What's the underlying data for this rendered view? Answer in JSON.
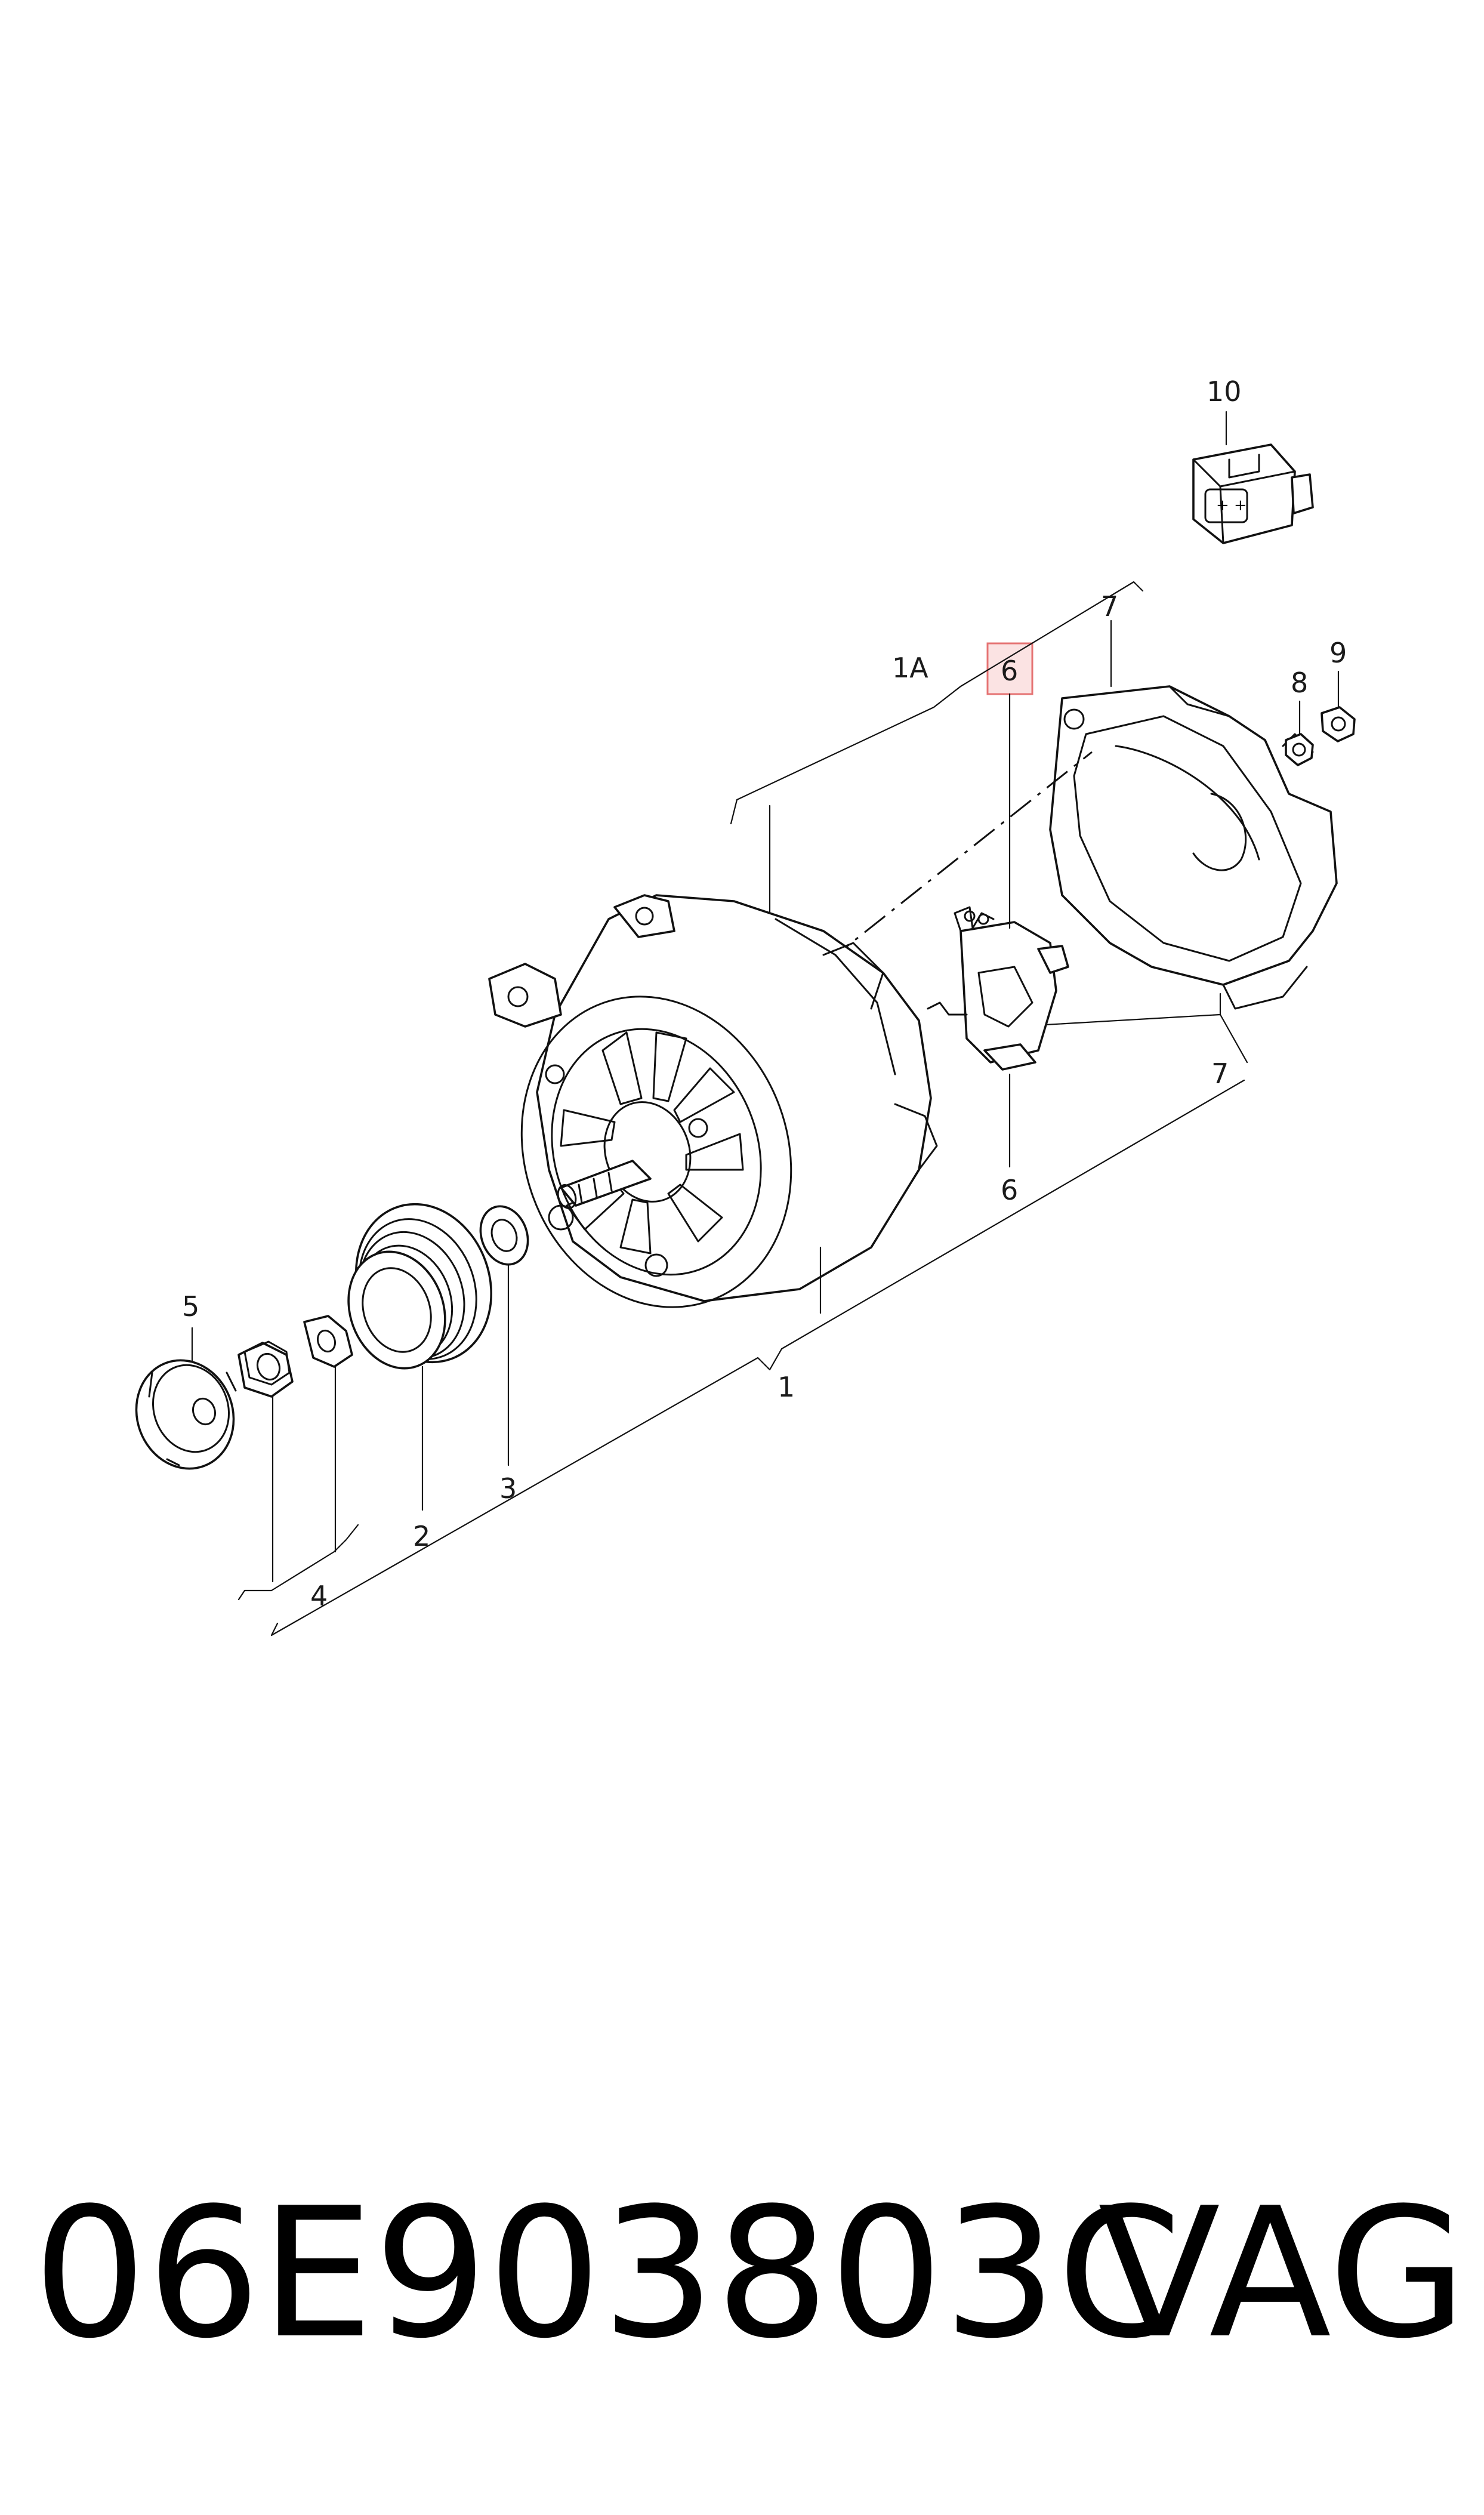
{
  "diagram": {
    "callouts": {
      "c1": "1",
      "c1a": "1A",
      "c2": "2",
      "c3": "3",
      "c4": "4",
      "c5": "5",
      "c6_top": "6",
      "c6_bottom": "6",
      "c7_top": "7",
      "c7_bottom": "7",
      "c8": "8",
      "c9": "9",
      "c10": "10"
    },
    "highlight_color": "#e57373",
    "highlight_fill": "#fbe3e3"
  },
  "footer": {
    "part_number": "06E903803C",
    "brand": "VAG"
  }
}
